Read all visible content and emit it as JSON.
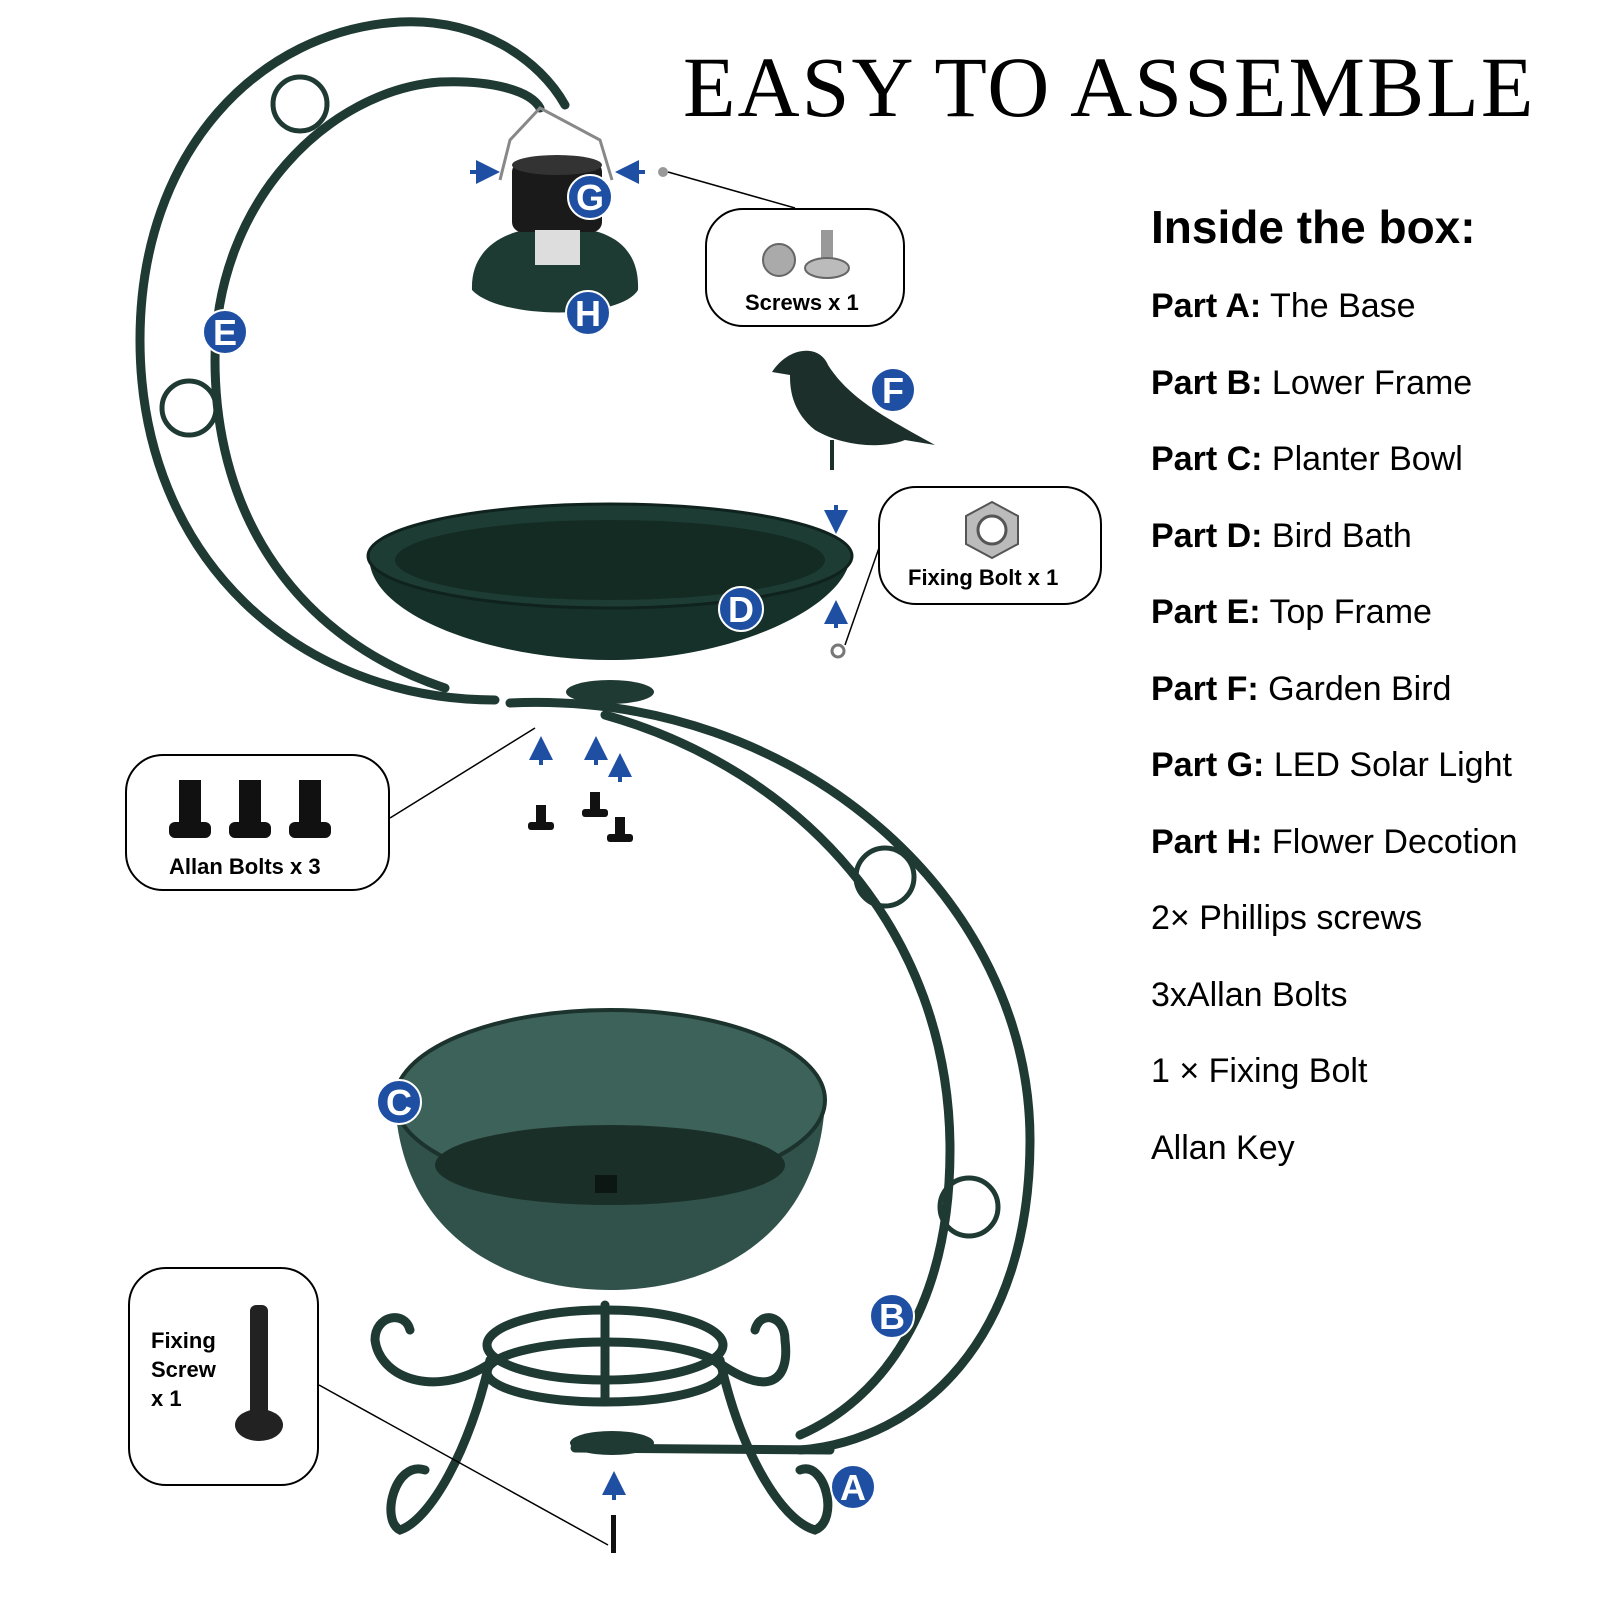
{
  "title": "EASY TO ASSEMBLE",
  "box_heading": "Inside the box:",
  "parts": [
    {
      "label": "Part A:",
      "name": "The Base"
    },
    {
      "label": "Part B:",
      "name": "Lower Frame"
    },
    {
      "label": "Part C:",
      "name": "Planter Bowl"
    },
    {
      "label": "Part D:",
      "name": "Bird Bath"
    },
    {
      "label": "Part E:",
      "name": "Top Frame"
    },
    {
      "label": "Part F:",
      "name": "Garden Bird"
    },
    {
      "label": "Part G:",
      "name": "LED Solar Light"
    },
    {
      "label": "Part H:",
      "name": "Flower Decotion"
    }
  ],
  "extras": [
    "2× Phillips screws",
    "3xAllan Bolts",
    "1 × Fixing Bolt",
    "Allan Key"
  ],
  "callouts": {
    "screws": "Screws x 1",
    "fixing_bolt": "Fixing Bolt x 1",
    "allan_bolts": "Allan Bolts x 3",
    "fixing_screw": [
      "Fixing",
      "Screw",
      "x 1"
    ]
  },
  "badges": {
    "A": "A",
    "B": "B",
    "C": "C",
    "D": "D",
    "E": "E",
    "F": "F",
    "G": "G",
    "H": "H"
  },
  "colors": {
    "badge": "#1f4fa3",
    "frame": "#1f3a33",
    "arrow": "#1f4fa3"
  }
}
